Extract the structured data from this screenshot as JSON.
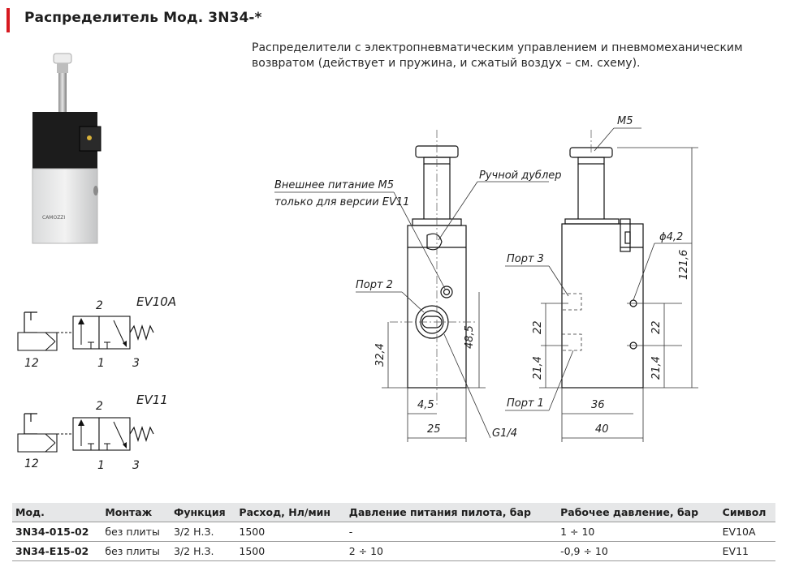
{
  "header": {
    "title": "Распределитель Мод. 3N34-*"
  },
  "description": "Распределители с электропневматическим управлением и пневмомеханическим возвратом (действует и пружина, и сжатый воздух – см. схему).",
  "photo": {
    "label": "CAMOZZI"
  },
  "symbols": [
    {
      "name": "EV10A",
      "port_top": "2",
      "port_left": "12",
      "port_mid": "1",
      "port_right": "3"
    },
    {
      "name": "EV11",
      "port_top": "2",
      "port_left": "12",
      "port_mid": "1",
      "port_right": "3"
    }
  ],
  "drawing": {
    "labels": {
      "m5_top": "M5",
      "external_supply_line1": "Внешнее питание M5",
      "external_supply_line2": "только для версии EV11",
      "manual_override": "Ручной дублер",
      "port2": "Порт 2",
      "port3": "Порт 3",
      "port1": "Порт 1",
      "hole": "ϕ4,2",
      "thread": "G1/4"
    },
    "dims": {
      "d32_4": "32,4",
      "d48_5": "48,5",
      "d4_5": "4,5",
      "d25": "25",
      "d22_left": "22",
      "d21_4_left": "21,4",
      "d36": "36",
      "d40": "40",
      "d22_right": "22",
      "d21_4_right": "21,4",
      "d121_6": "121,6"
    }
  },
  "table": {
    "columns": [
      "Мод.",
      "Монтаж",
      "Функция",
      "Расход, Нл/мин",
      "Давление питания пилота, бар",
      "Рабочее давление, бар",
      "Символ"
    ],
    "rows": [
      [
        "3N34-015-02",
        "без плиты",
        "3/2 Н.З.",
        "1500",
        "-",
        "1 ÷ 10",
        "EV10A"
      ],
      [
        "3N34-E15-02",
        "без плиты",
        "3/2 Н.З.",
        "1500",
        "2 ÷ 10",
        "-0,9 ÷ 10",
        "EV11"
      ]
    ]
  }
}
